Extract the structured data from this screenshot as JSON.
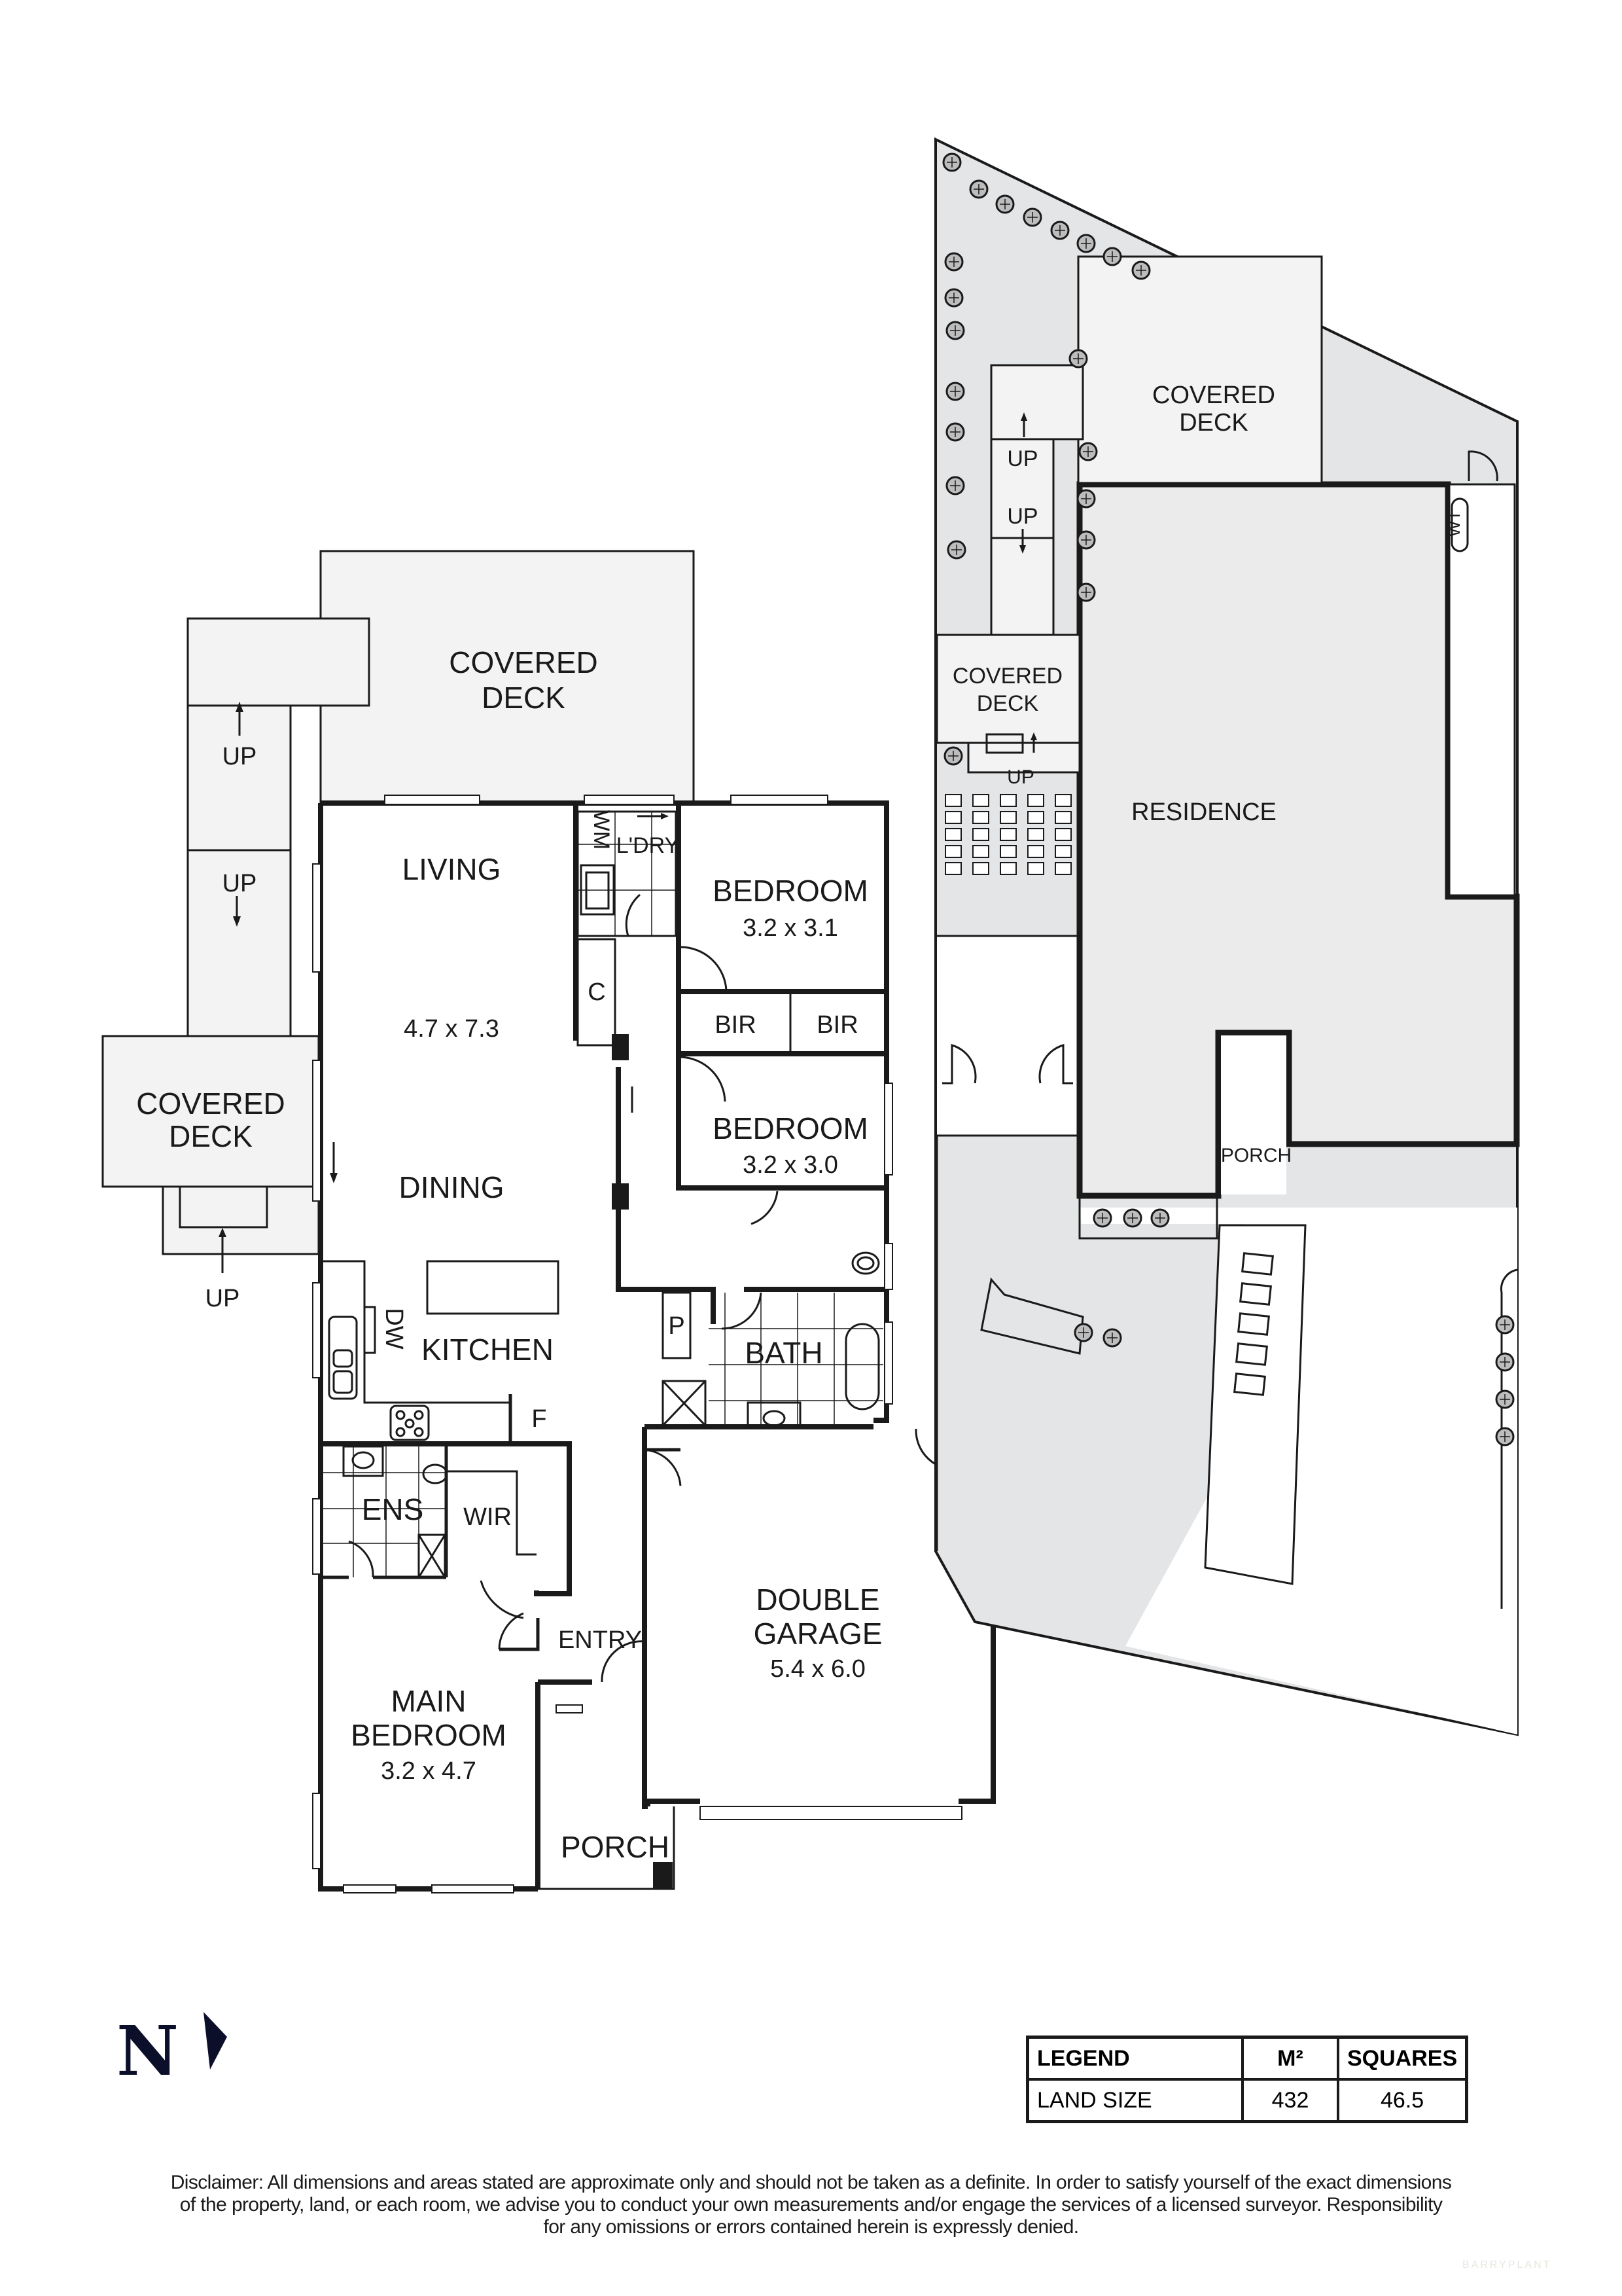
{
  "floor_plan": {
    "house": {
      "rooms": [
        {
          "id": "covered-deck-top",
          "label_line1": "COVERED",
          "label_line2": "DECK"
        },
        {
          "id": "covered-deck-west",
          "label_line1": "COVERED",
          "label_line2": "DECK"
        },
        {
          "id": "living",
          "label": "LIVING",
          "dimensions": "4.7 x 7.3"
        },
        {
          "id": "dining",
          "label": "DINING"
        },
        {
          "id": "kitchen",
          "label": "KITCHEN"
        },
        {
          "id": "laundry",
          "label": "L'DRY"
        },
        {
          "id": "bedroom-1",
          "label": "BEDROOM",
          "dimensions": "3.2 x 3.1"
        },
        {
          "id": "bedroom-2",
          "label": "BEDROOM",
          "dimensions": "3.2 x 3.0"
        },
        {
          "id": "bath",
          "label": "BATH"
        },
        {
          "id": "ensuite",
          "label": "ENS"
        },
        {
          "id": "wir",
          "label": "WIR"
        },
        {
          "id": "entry",
          "label": "ENTRY"
        },
        {
          "id": "main-bedroom",
          "label_line1": "MAIN",
          "label_line2": "BEDROOM",
          "dimensions": "3.2 x 4.7"
        },
        {
          "id": "porch",
          "label": "PORCH"
        },
        {
          "id": "double-garage",
          "label_line1": "DOUBLE",
          "label_line2": "GARAGE",
          "dimensions": "5.4 x 6.0"
        }
      ],
      "fixtures": {
        "bir_1": "BIR",
        "bir_2": "BIR",
        "cupboard": "C",
        "pantry": "P",
        "fridge": "F",
        "dishwasher": "DW",
        "washing_machine": "WM"
      },
      "stairs": {
        "up_1": "UP",
        "up_2": "UP",
        "up_3": "UP"
      }
    },
    "site_plan": {
      "residence": "RESIDENCE",
      "covered_deck_1_line1": "COVERED",
      "covered_deck_1_line2": "DECK",
      "covered_deck_2_line1": "COVERED",
      "covered_deck_2_line2": "DECK",
      "porch": "PORCH",
      "water_tank": "WT",
      "up_1": "UP",
      "up_2": "UP",
      "up_3": "UP"
    }
  },
  "north_indicator": {
    "letter": "N"
  },
  "legend": {
    "headers": [
      "LEGEND",
      "M²",
      "SQUARES"
    ],
    "rows": [
      {
        "label": "LAND SIZE",
        "m2": "432",
        "squares": "46.5"
      }
    ]
  },
  "disclaimer": {
    "line1": "Disclaimer: All dimensions and areas stated are approximate only and should not be taken as a definite. In order to satisfy yourself of the exact dimensions",
    "line2": "of the property, land, or each room, we advise you to conduct your own measurements and/or engage the services of a licensed surveyor. Responsibility",
    "line3": "for any omissions or errors contained herein is expressly denied."
  },
  "brand": {
    "watermark": "BARRYPLANT"
  },
  "colors": {
    "wall": "#1a1a1a",
    "deck_fill": "#f3f3f3",
    "yard_fill": "#e4e5e7",
    "residence_fill": "#ebebeb",
    "north_color": "#0b0f2a"
  }
}
